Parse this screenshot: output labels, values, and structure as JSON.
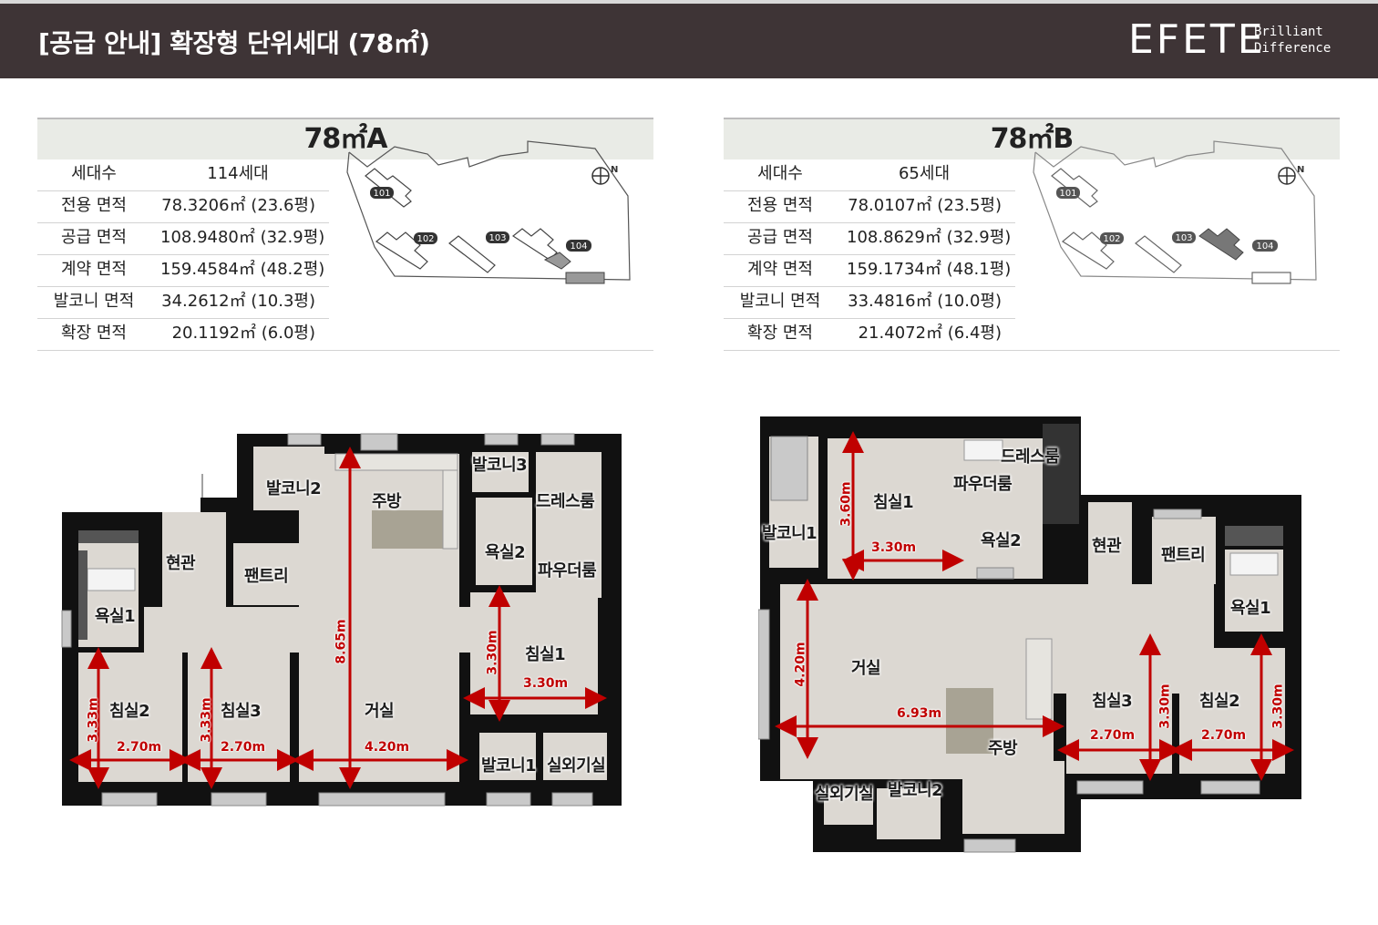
{
  "header": {
    "title": "[공급 안내] 확장형 단위세대 (78㎡)",
    "brand": "EFETE",
    "brand_tagline_1": "Brilliant",
    "brand_tagline_2": "Difference"
  },
  "colors": {
    "header_bg": "#3e3436",
    "panel_title_bg": "#e9ebe6",
    "dimension_red": "#c00000",
    "floor": "#dcd8d2",
    "wall": "#111111"
  },
  "unit_a": {
    "title": "78㎡A",
    "specs": [
      {
        "label": "세대수",
        "value": "114세대"
      },
      {
        "label": "전용 면적",
        "value": "78.3206㎡ (23.6평)"
      },
      {
        "label": "공급 면적",
        "value": "108.9480㎡ (32.9평)"
      },
      {
        "label": "계약 면적",
        "value": "159.4584㎡ (48.2평)"
      },
      {
        "label": "발코니 면적",
        "value": "34.2612㎡ (10.3평)"
      },
      {
        "label": "확장 면적",
        "value": "20.1192㎡   (6.0평)"
      }
    ],
    "site_buildings": [
      "101",
      "102",
      "103",
      "104"
    ],
    "north_label": "N",
    "rooms": {
      "r1": "발코니2",
      "r2": "주방",
      "r3": "발코니3",
      "r4": "드레스룸",
      "r5": "현관",
      "r6": "팬트리",
      "r7": "욕실2",
      "r8": "파우더룸",
      "r9": "욕실1",
      "r10": "침실1",
      "r11": "침실2",
      "r12": "침실3",
      "r13": "거실",
      "r14": "발코니1",
      "r15": "실외기실"
    },
    "dims": {
      "d1": "8.65m",
      "d2": "3.30m",
      "d3": "3.30m",
      "d4": "3.33m",
      "d5": "2.70m",
      "d6": "3.33m",
      "d7": "2.70m",
      "d8": "4.20m"
    }
  },
  "unit_b": {
    "title": "78㎡B",
    "specs": [
      {
        "label": "세대수",
        "value": "65세대"
      },
      {
        "label": "전용 면적",
        "value": "78.0107㎡ (23.5평)"
      },
      {
        "label": "공급 면적",
        "value": "108.8629㎡ (32.9평)"
      },
      {
        "label": "계약 면적",
        "value": "159.1734㎡ (48.1평)"
      },
      {
        "label": "발코니 면적",
        "value": "33.4816㎡ (10.0평)"
      },
      {
        "label": "확장 면적",
        "value": "21.4072㎡   (6.4평)"
      }
    ],
    "site_buildings": [
      "101",
      "102",
      "103",
      "104"
    ],
    "north_label": "N",
    "rooms": {
      "r1": "드레스룸",
      "r2": "침실1",
      "r3": "파우더룸",
      "r4": "발코니1",
      "r5": "욕실2",
      "r6": "현관",
      "r7": "팬트리",
      "r8": "욕실1",
      "r9": "거실",
      "r10": "침실3",
      "r11": "침실2",
      "r12": "주방",
      "r13": "실외기실",
      "r14": "발코니2"
    },
    "dims": {
      "d1": "3.60m",
      "d2": "3.30m",
      "d3": "4.20m",
      "d4": "6.93m",
      "d5": "2.70m",
      "d6": "3.30m",
      "d7": "2.70m",
      "d8": "3.30m"
    }
  }
}
